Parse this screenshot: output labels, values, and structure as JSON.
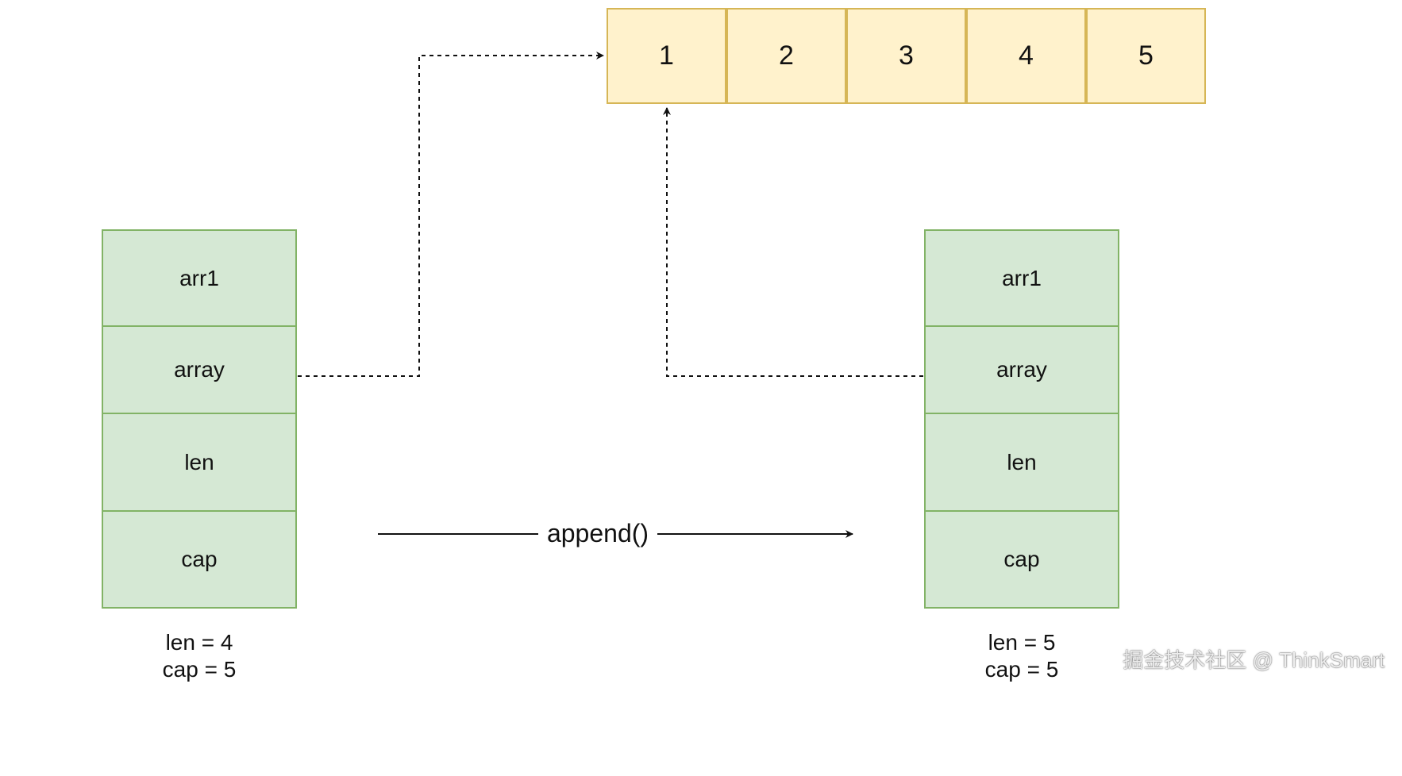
{
  "backing_array": {
    "cells": [
      "1",
      "2",
      "3",
      "4",
      "5"
    ]
  },
  "left_slice": {
    "fields": [
      "arr1",
      "array",
      "len",
      "cap"
    ],
    "caption_len": "len = 4",
    "caption_cap": "cap = 5"
  },
  "right_slice": {
    "fields": [
      "arr1",
      "array",
      "len",
      "cap"
    ],
    "caption_len": "len = 5",
    "caption_cap": "cap = 5"
  },
  "operation": {
    "label": "append()"
  },
  "watermark": {
    "text": "掘金技术社区 @ ThinkSmart"
  },
  "colors": {
    "array_fill": "#fff2cc",
    "array_stroke": "#d6b656",
    "struct_fill": "#d5e8d4",
    "struct_stroke": "#82b366"
  }
}
